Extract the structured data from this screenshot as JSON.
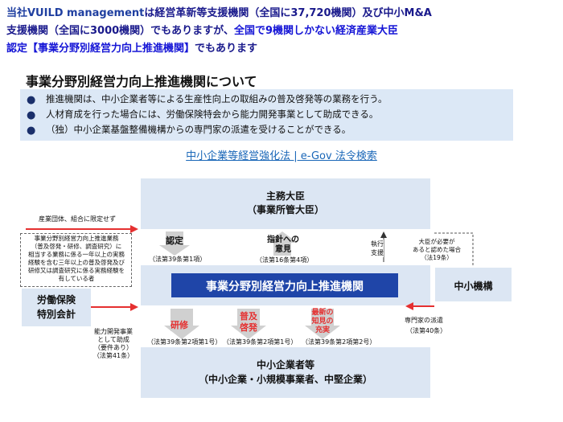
{
  "intro": {
    "line1_company": "当社VUILD management",
    "line1_rest": "は経営革新等支援機関（全国に37,720機関）及び中小M&A",
    "line2": "支援機関（全国に3000機関）でもありますが、",
    "line2_highlight": "全国で9機関しかない経済産業大臣",
    "line3_highlight": "認定【事業分野別経営力向上推進機関】",
    "line3_rest": "でもあります"
  },
  "section_title": "事業分野別経営力向上推進機関について",
  "bullets": [
    "推進機関は、中小企業者等による生産性向上の取組みの普及啓発等の業務を行う。",
    "人材育成を行った場合には、労働保険特会から能力開発事業として助成できる。",
    "（独）中小企業基盤整備機構からの専門家の派遣を受けることができる。"
  ],
  "link": "中小企業等経営強化法 | e-Gov 法令検索",
  "diagram": {
    "minister_line1": "主務大臣",
    "minister_line2": "（事業所管大臣）",
    "center": "事業分野別経営力向上推進機関",
    "smrj": "中小機構",
    "labor_line1": "労働保険",
    "labor_line2": "特別会計",
    "sme_line1": "中小企業者等",
    "sme_line2": "（中小企業・小規模事業者、中堅企業）",
    "org_note": "産業団体、組合に限定せず",
    "req_note": [
      "事業分野別経営力向上推進業務",
      "（普及啓発・研修、調査研究）に",
      "相当する業務に係る一年以上の実務",
      "経験を含む三年以上の普及啓発及び",
      "研修又は調査研究に係る実務経験を",
      "有している者"
    ],
    "certify": "認定",
    "certify_law": "（法第39条第1項）",
    "guideline_1": "指針への",
    "guideline_2": "意見",
    "guideline_law": "（法第16条第4項）",
    "exec_1": "執行",
    "exec_2": "支援",
    "minister_note": [
      "大臣が必要が",
      "あると認めた場合",
      "（法19条）"
    ],
    "training": "研修",
    "training_law": "（法第39条第2項第1号）",
    "promote_1": "普及",
    "promote_2": "啓発",
    "promote_law": "（法第39条第2項第1号）",
    "latest_1": "最新の",
    "latest_2": "知見の",
    "latest_3": "充実",
    "latest_law": "（法第39条第2項第2号）",
    "subsidy_note": [
      "能力開発事業",
      "として助成",
      "（要件あり）",
      "（法第41条）"
    ],
    "dispatch": "専門家の派遣",
    "dispatch_law": "（法第40条）"
  },
  "colors": {
    "box": "#dce6f3",
    "center": "#1f45a8",
    "red_arrow": "#e53030",
    "gray_arrow": "#d0d0d0",
    "link": "#1a67b8"
  }
}
